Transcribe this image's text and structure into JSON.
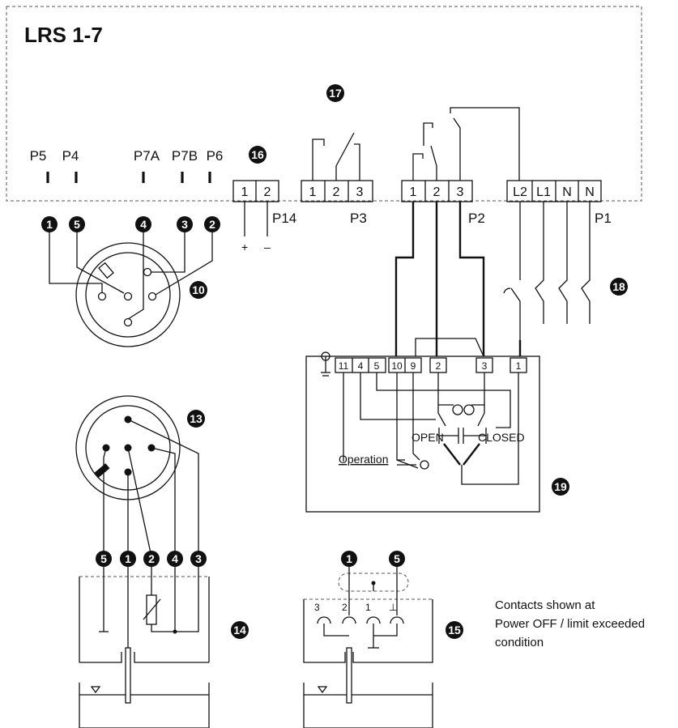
{
  "device_title": "LRS 1-7",
  "pin_labels": [
    "P5",
    "P4",
    "P7A",
    "P7B",
    "P6"
  ],
  "badges": {
    "b1": "1",
    "b2": "2",
    "b3": "3",
    "b4": "4",
    "b5": "5",
    "b10": "10",
    "b13": "13",
    "b14": "14",
    "b15": "15",
    "b16": "16",
    "b17": "17",
    "b18": "18",
    "b19": "19"
  },
  "terminal_blocks": {
    "p14": {
      "name": "P14",
      "terminals": [
        "1",
        "2"
      ]
    },
    "p3": {
      "name": "P3",
      "terminals": [
        "1",
        "2",
        "3"
      ]
    },
    "p2": {
      "name": "P2",
      "terminals": [
        "1",
        "2",
        "3"
      ]
    },
    "p1": {
      "name": "P1",
      "terminals": [
        "L2",
        "L1",
        "N",
        "N"
      ]
    }
  },
  "polarity": {
    "plus": "+",
    "minus": "–"
  },
  "actuator_terminals": [
    "11",
    "4",
    "5",
    "10",
    "9",
    "2",
    "3",
    "1"
  ],
  "actuator_labels": {
    "open": "OPEN",
    "closed": "CLOSED",
    "operation": "Operation"
  },
  "electrode_contacts": [
    "3",
    "2",
    "1",
    "⊥"
  ],
  "note_lines": [
    "Contacts shown at",
    "Power OFF / limit exceeded",
    "condition"
  ],
  "colors": {
    "ink": "#111111",
    "dash": "#555555",
    "background": "#ffffff"
  }
}
